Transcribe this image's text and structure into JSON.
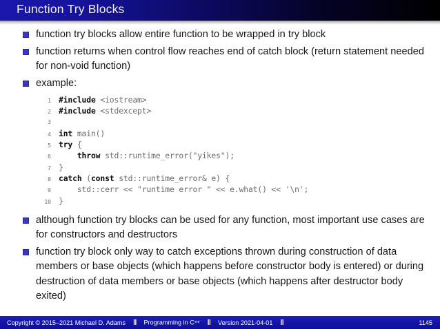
{
  "header": {
    "title": "Function Try Blocks",
    "gradient_start": "#1a18ac",
    "gradient_end": "#000000"
  },
  "bullet_color": "#3a37c0",
  "content": {
    "bullets_top": [
      "function try blocks allow entire function to be wrapped in try block",
      "function returns when control flow reaches end of catch block (return statement needed for non-void function)",
      "example:"
    ],
    "bullets_bottom": [
      "although function try blocks can be used for any function, most important use cases are for constructors and destructors",
      "function try block only way to catch exceptions thrown during construction of data members or base objects (which happens before constructor body is entered) or during destruction of data members or base objects (which happens after destructor body exited)"
    ]
  },
  "code": {
    "lines": [
      {
        "num": "1",
        "segments": [
          {
            "t": "#include",
            "kw": true
          },
          {
            "t": " <iostream>",
            "kw": false
          }
        ]
      },
      {
        "num": "2",
        "segments": [
          {
            "t": "#include",
            "kw": true
          },
          {
            "t": " <stdexcept>",
            "kw": false
          }
        ]
      },
      {
        "num": "3",
        "segments": [
          {
            "t": "",
            "kw": false
          }
        ]
      },
      {
        "num": "4",
        "segments": [
          {
            "t": "int",
            "kw": true
          },
          {
            "t": " main()",
            "kw": false
          }
        ]
      },
      {
        "num": "5",
        "segments": [
          {
            "t": "try",
            "kw": true
          },
          {
            "t": " {",
            "kw": false
          }
        ]
      },
      {
        "num": "6",
        "segments": [
          {
            "t": "    ",
            "kw": false
          },
          {
            "t": "throw",
            "kw": true
          },
          {
            "t": " std::runtime_error(\"yikes\");",
            "kw": false
          }
        ]
      },
      {
        "num": "7",
        "segments": [
          {
            "t": "}",
            "kw": false
          }
        ]
      },
      {
        "num": "8",
        "segments": [
          {
            "t": "catch",
            "kw": true
          },
          {
            "t": " (",
            "kw": false
          },
          {
            "t": "const",
            "kw": true
          },
          {
            "t": " std::runtime_error& e) {",
            "kw": false
          }
        ]
      },
      {
        "num": "9",
        "segments": [
          {
            "t": "    std::cerr << \"runtime error \" << e.what() << '\\n';",
            "kw": false
          }
        ]
      },
      {
        "num": "10",
        "segments": [
          {
            "t": "}",
            "kw": false
          }
        ]
      }
    ]
  },
  "footer": {
    "copyright": "Copyright © 2015–2021 Michael D. Adams",
    "separator": "‖",
    "course_main": "Programming in C",
    "course_sup": "++",
    "version": "Version 2021-04-01",
    "page": "1145",
    "background": "#1414a6"
  }
}
